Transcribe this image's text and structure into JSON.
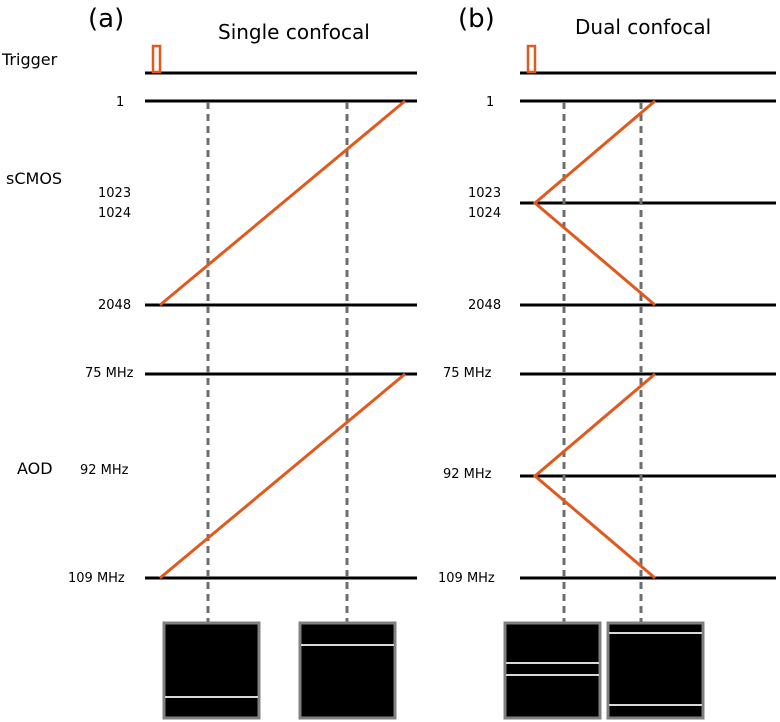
{
  "panels": [
    {
      "letter": "(a)",
      "title": "Single confocal",
      "row_labels": {
        "trigger": "Trigger",
        "camera": "sCMOS",
        "deflector": "AOD"
      }
    },
    {
      "letter": "(b)",
      "title": "Dual confocal"
    }
  ],
  "ticks": {
    "a": {
      "sensor": [
        "1",
        "1023",
        "1024",
        "2048"
      ],
      "frequency": [
        "75 MHz",
        "92 MHz",
        "109 MHz"
      ]
    },
    "b": {
      "sensor": [
        "1",
        "1023",
        "1024",
        "2048"
      ],
      "frequency": [
        "75 MHz",
        "92 MHz",
        "109 MHz"
      ]
    }
  },
  "colors": {
    "scan": "#e05a1e",
    "axis": "#000000",
    "dashed_marker": "#6e6e6e",
    "frame_border": "#808080",
    "frame_line": "#d9d9d9"
  }
}
